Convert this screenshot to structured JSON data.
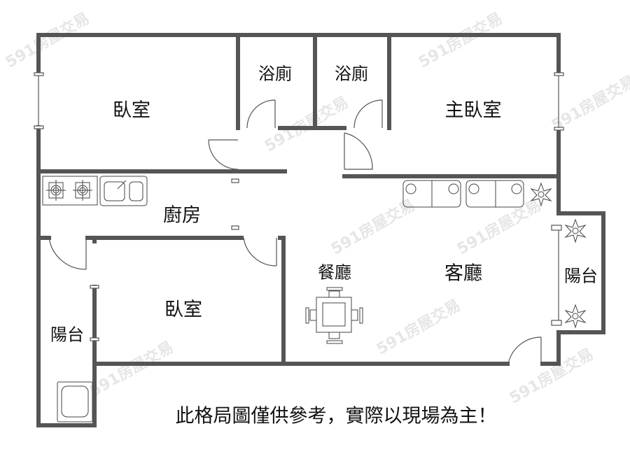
{
  "rooms": {
    "bedroom_1": "臥室",
    "bath_1": "浴廁",
    "bath_2": "浴廁",
    "master_bedroom": "主臥室",
    "kitchen": "廚房",
    "dining": "餐廳",
    "living": "客廳",
    "bedroom_2": "臥室",
    "balcony_left": "陽台",
    "balcony_right": "陽台"
  },
  "disclaimer": "此格局圖僅供參考，實際以現場為主！",
  "watermark": "591房屋交易",
  "colors": {
    "wall": "#555555",
    "text": "#111111"
  }
}
